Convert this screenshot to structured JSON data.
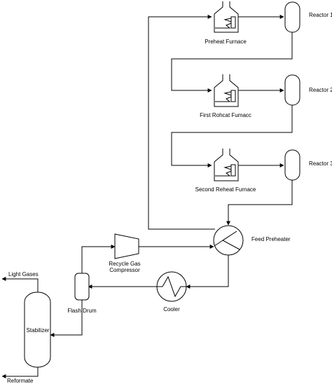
{
  "diagram": {
    "labels": {
      "preheat_furnace": "Preheat Furnace",
      "first_reheat_furnace": "First Rohcat Fumacc",
      "second_reheat_furnace": "Second Reheat Furnace",
      "reactor_1": "Reactor 1",
      "reactor_2": "Reactor 2",
      "reactor_3": "Reactor 3",
      "feed_preheater": "Feed Preheater",
      "recycle_gas_compressor_line1": "Recycle Gas",
      "recycle_gas_compressor_line2": "Compressor",
      "cooler": "Cooler",
      "flash_drum": "Flash Drum",
      "stabilizer": "Stabilizer",
      "light_gases": "Light Gases",
      "reformate": "Reformate"
    }
  }
}
